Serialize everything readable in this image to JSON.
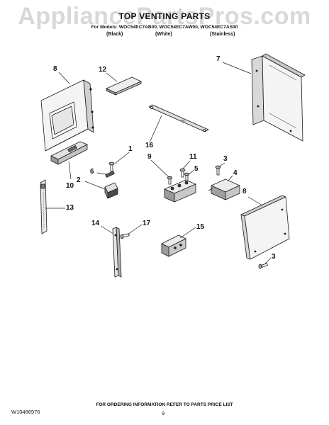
{
  "header": {
    "watermark": "AppliancePartsPros.com",
    "title": "TOP VENTING PARTS",
    "models": "For Models: WOC54EC7AB00, WOC54EC7AW00, WOC54EC7AS00",
    "variants": [
      "(Black)",
      "(White)",
      "(Stainless)"
    ]
  },
  "callouts": [
    "8",
    "12",
    "7",
    "16",
    "1",
    "11",
    "9",
    "3",
    "6",
    "5",
    "4",
    "2",
    "10",
    "13",
    "8",
    "14",
    "17",
    "15",
    "3"
  ],
  "footer": {
    "note": "FOR ORDERING INFORMATION REFER TO PARTS PRICE LIST",
    "document_number": "W10486976",
    "page_number": "9"
  },
  "colors": {
    "line": "#1a1a1a",
    "fill_light": "#f0f0f0",
    "fill_mid": "#cfcfcf",
    "fill_dark": "#6a6a6a",
    "watermark": "#d8d8d8"
  }
}
